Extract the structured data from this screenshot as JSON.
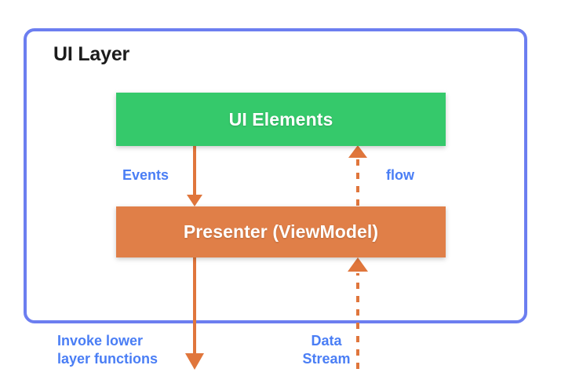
{
  "diagram": {
    "title": "UI Layer",
    "colors": {
      "layer_border": "#6c7ef0",
      "ui_elements_fill": "#35c96b",
      "presenter_fill": "#e07f48",
      "arrow": "#e0763c",
      "label_text": "#4a7ef5",
      "title_text": "#1c1c1c",
      "block_text": "#ffffff",
      "background": "#ffffff"
    },
    "blocks": [
      {
        "id": "ui-elements",
        "label": "UI Elements",
        "fill": "#35c96b"
      },
      {
        "id": "presenter",
        "label": "Presenter (ViewModel)",
        "fill": "#e07f48"
      }
    ],
    "connections": [
      {
        "id": "events",
        "label": "Events",
        "style": "solid",
        "direction": "down",
        "from": "ui-elements",
        "to": "presenter"
      },
      {
        "id": "flow",
        "label": "flow",
        "style": "dashed",
        "direction": "up",
        "from": "presenter",
        "to": "ui-elements"
      },
      {
        "id": "invoke-lower-layer",
        "label": "Invoke lower\nlayer functions",
        "style": "solid",
        "direction": "down",
        "from": "presenter",
        "to": "lower-layer"
      },
      {
        "id": "data-stream",
        "label": "Data\nStream",
        "style": "dashed",
        "direction": "up",
        "from": "lower-layer",
        "to": "presenter"
      }
    ]
  }
}
